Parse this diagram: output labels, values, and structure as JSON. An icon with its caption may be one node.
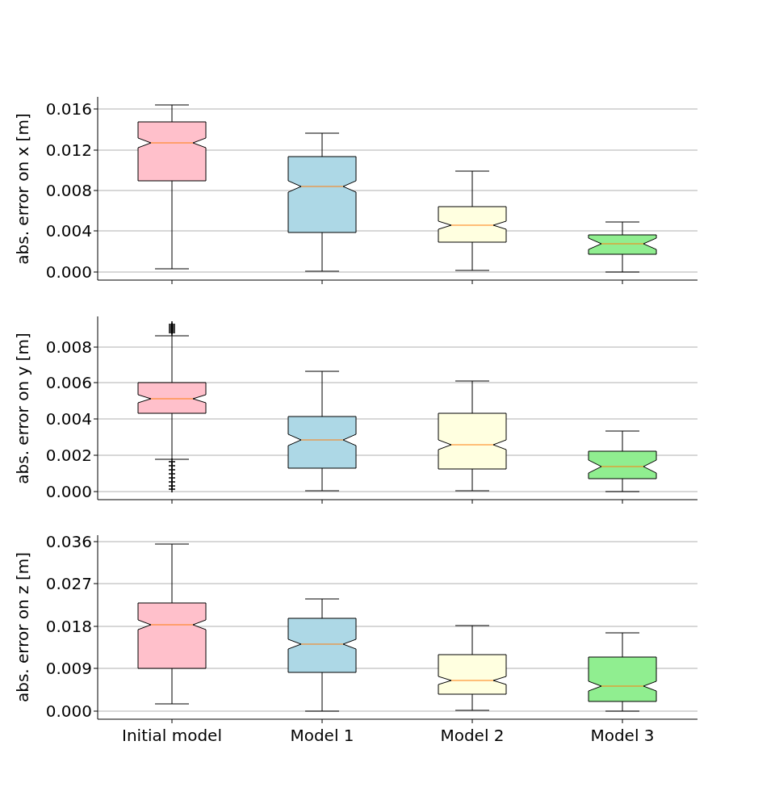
{
  "diagram": {
    "labels": [
      "0.016",
      "0.012",
      "0.008",
      "0.004",
      "0.000",
      "abs. error on x [m]",
      "0.008",
      "0.006",
      "0.004",
      "0.002",
      "0.000",
      "abs. error on y [m]",
      "0.036",
      "0.027",
      "0.018",
      "0.009",
      "0.000",
      "abs. error on z [m]",
      "Initial model",
      "Model 1",
      "Model 2",
      "Model 3"
    ]
  }
}
